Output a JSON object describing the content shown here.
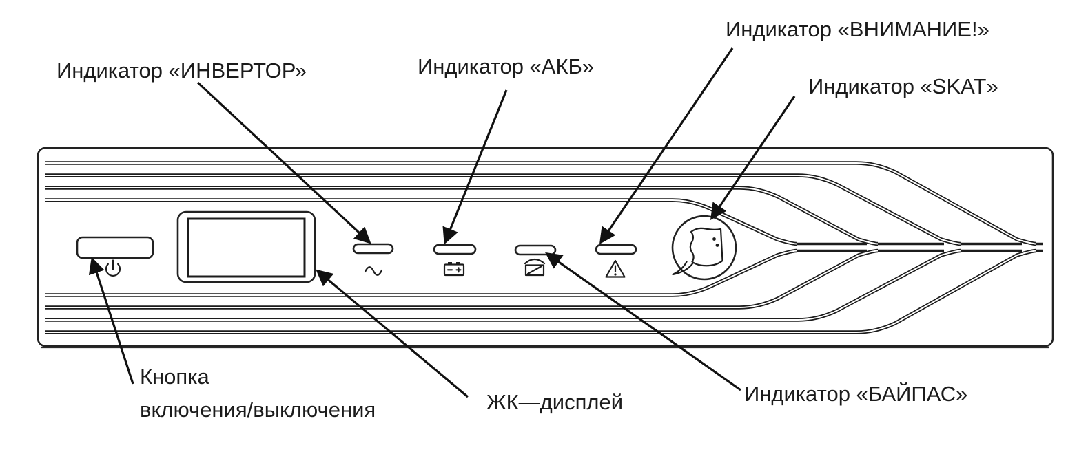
{
  "diagram": {
    "labels": {
      "inverter": "Индикатор «ИНВЕРТОР»",
      "battery": "Индикатор «АКБ»",
      "attention": "Индикатор «ВНИМАНИЕ!»",
      "skat": "Индикатор «SKAT»",
      "power_button_line1": "Кнопка",
      "power_button_line2": "включения/выключения",
      "lcd": "ЖК—дисплей",
      "bypass": "Индикатор «БАЙПАС»"
    },
    "icons": [
      "power-icon",
      "sine-wave-icon",
      "battery-icon",
      "bypass-icon",
      "warning-triangle-icon",
      "skat-stingray-logo-icon"
    ],
    "colors": {
      "ink": "#1b1b1b",
      "background": "#ffffff"
    }
  }
}
